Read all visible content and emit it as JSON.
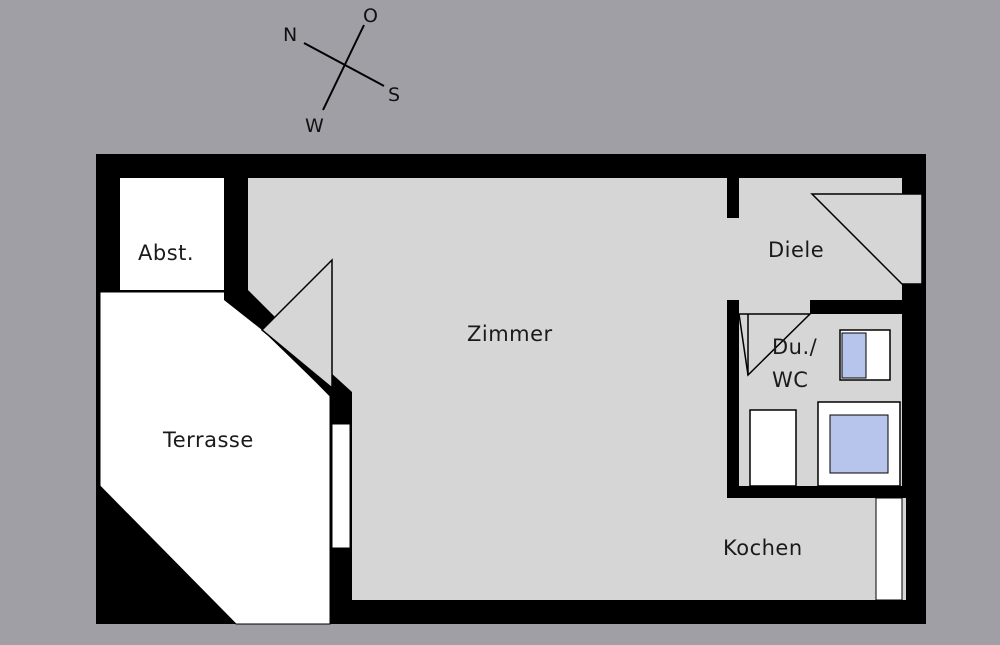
{
  "compass": {
    "north": "N",
    "east": "O",
    "south": "S",
    "west": "W"
  },
  "rooms": {
    "storage": "Abst.",
    "terrace": "Terrasse",
    "room": "Zimmer",
    "hall": "Diele",
    "bath_line1": "Du./",
    "bath_line2": "WC",
    "kitchen": "Kochen"
  },
  "colors": {
    "background": "#a09fa5",
    "floor": "#d6d6d6",
    "wall": "#000000",
    "outdoor": "#ffffff",
    "fixture_blue": "#b7c5ec"
  }
}
